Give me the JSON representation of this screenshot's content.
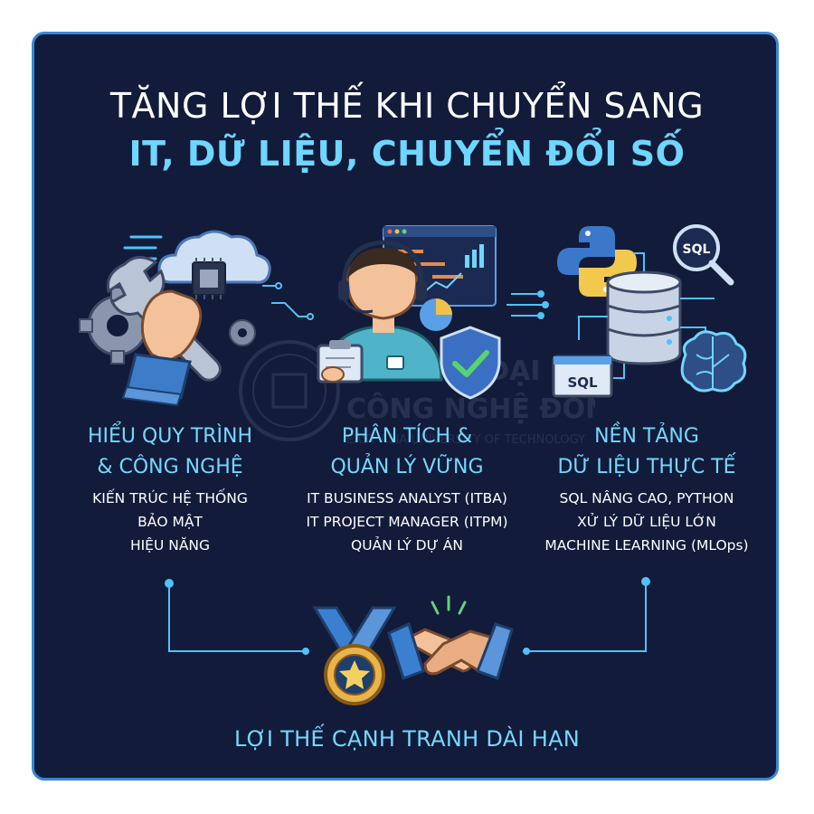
{
  "title": {
    "line1": "TĂNG LỢI THẾ KHI CHUYỂN SANG",
    "line2": "IT, DỮ LIỆU, CHUYỂN ĐỔI SỐ"
  },
  "columns": [
    {
      "heading_lines": [
        "HIỂU QUY TRÌNH",
        "& CÔNG NGHỆ"
      ],
      "items": [
        "KIẾN TRÚC HỆ THỐNG",
        "BẢO MẬT",
        "HIỆU NĂNG"
      ]
    },
    {
      "heading_lines": [
        "PHÂN TÍCH &",
        "QUẢN LÝ VỮNG"
      ],
      "items": [
        "IT BUSINESS ANALYST (ITBA)",
        "IT PROJECT MANAGER (ITPM)",
        "QUẢN LÝ DỰ ÁN"
      ]
    },
    {
      "heading_lines": [
        "NỀN TẢNG",
        "DỮ LIỆU THỰC TẾ"
      ],
      "items": [
        "SQL NÂNG CAO, PYTHON",
        "XỬ LÝ DỮ LIỆU LỚN",
        "MACHINE LEARNING (MLOps)"
      ]
    }
  ],
  "icons": {
    "sql_magnifier": "SQL",
    "sql_window": "SQL"
  },
  "watermark": {
    "line1": "TRƯỜNG ĐẠI HỌC",
    "line2": "CÔNG NGHỆ ĐÔNG Á",
    "line3": "EAST ASIA UNIVERSITY OF TECHNOLOGY"
  },
  "footer": "LỢI THẾ CẠNH TRANH DÀI HẠN",
  "colors": {
    "background": "#121b3a",
    "border": "#3b86d9",
    "accent": "#74d8ff",
    "text": "#ffffff"
  }
}
